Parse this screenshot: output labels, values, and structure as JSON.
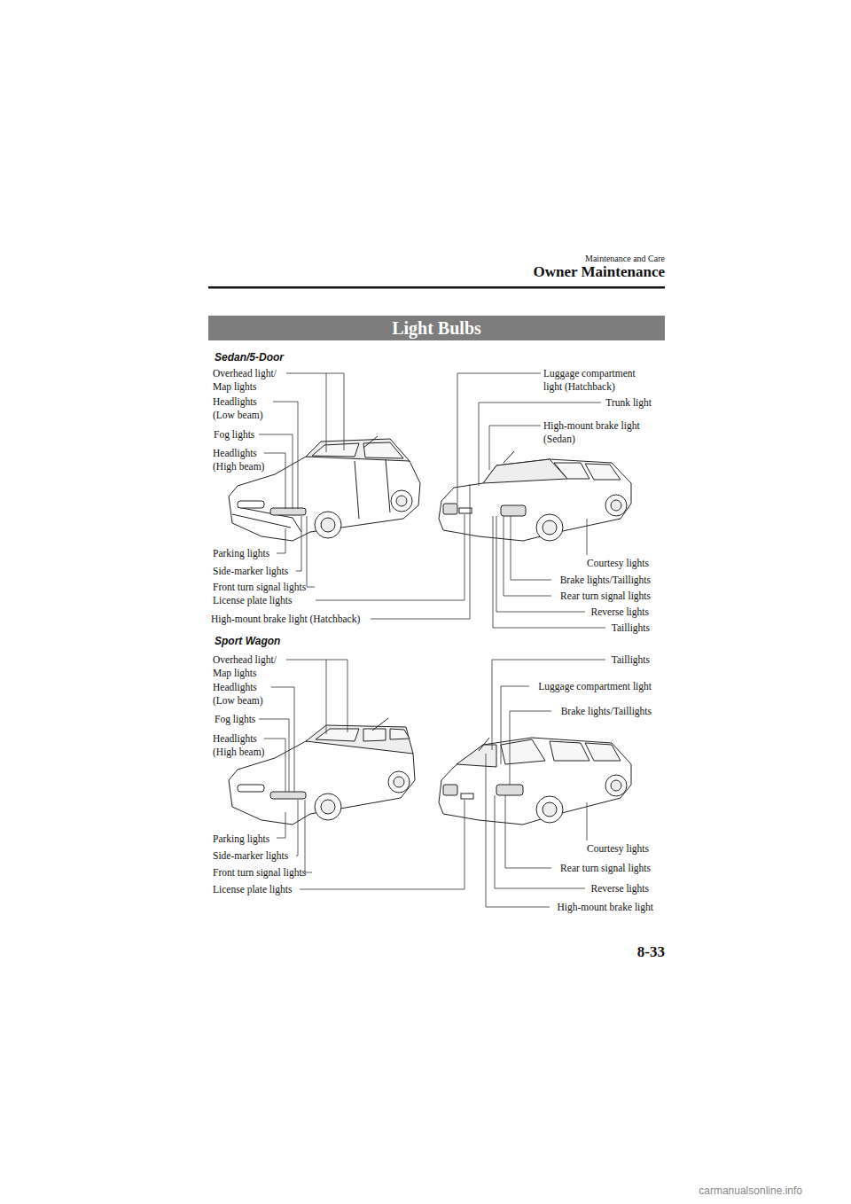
{
  "diagram": {
    "title": "Light Bulbs",
    "labels": [
      "Maintenance and Care",
      "Owner Maintenance",
      "Sedan/5-Door",
      "Overhead light/ Map lights",
      "Headlights (Low beam)",
      "Fog lights",
      "Headlights (High beam)",
      "Parking lights",
      "Side-marker lights",
      "Front turn signal lights",
      "License plate lights",
      "High-mount brake light (Hatchback)",
      "Luggage compartment light (Hatchback)",
      "Trunk light",
      "High-mount brake light (Sedan)",
      "Courtesy lights",
      "Brake lights/Taillights",
      "Rear turn signal lights",
      "Reverse lights",
      "Taillights",
      "Sport Wagon",
      "Overhead light/ Map lights",
      "Headlights (Low beam)",
      "Fog lights",
      "Headlights (High beam)",
      "Parking lights",
      "Side-marker lights",
      "Front turn signal lights",
      "License plate lights",
      "Taillights",
      "Luggage compartment light",
      "Brake lights/Taillights",
      "Courtesy lights",
      "Rear turn signal lights",
      "Reverse lights",
      "High-mount brake light",
      "8-33",
      "carmanualsonline.info"
    ]
  }
}
